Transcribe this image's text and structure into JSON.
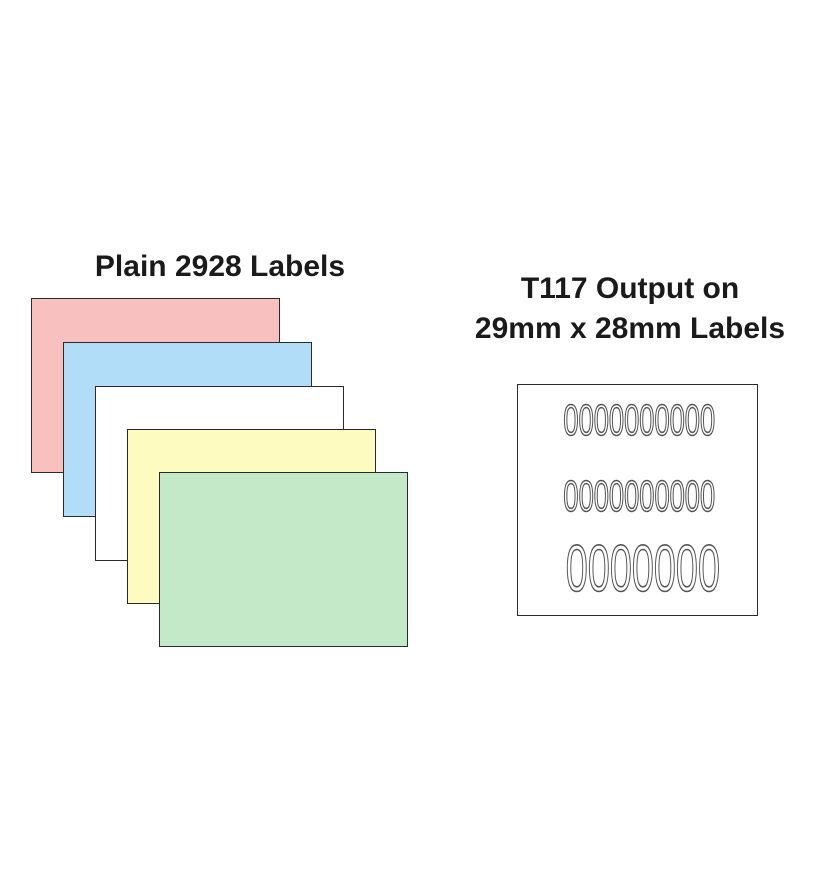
{
  "left_section": {
    "title": "Plain 2928 Labels",
    "labels": [
      {
        "color_name": "pink",
        "fill": "#f8c0bf"
      },
      {
        "color_name": "blue",
        "fill": "#b1ddf8"
      },
      {
        "color_name": "white",
        "fill": "#ffffff"
      },
      {
        "color_name": "yellow",
        "fill": "#fefbc1"
      },
      {
        "color_name": "green",
        "fill": "#c4e9c8"
      }
    ]
  },
  "right_section": {
    "title_line_1": "T117 Output on",
    "title_line_2": "29mm x 28mm Labels",
    "output_label": {
      "line_1": "0000000000",
      "line_2": "0000000000",
      "line_3": "0000000"
    }
  }
}
